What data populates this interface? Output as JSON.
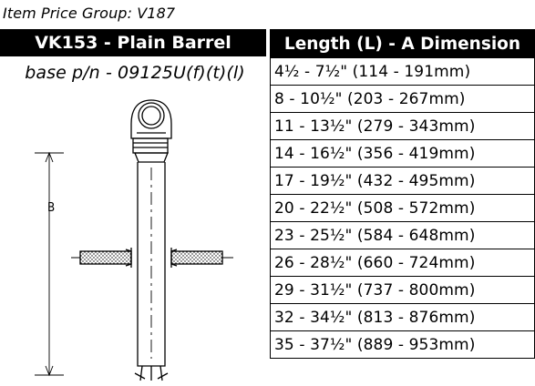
{
  "price_group": "Item Price Group: V187",
  "product": {
    "title": "VK153 - Plain Barrel",
    "base_pn": "base p/n - 09125U(f)(t)(l)"
  },
  "drawing": {
    "dimension_label": "B"
  },
  "table": {
    "header": "Length (L) - A Dimension",
    "rows": [
      "4½ - 7½\" (114 - 191mm)",
      "8 - 10½\" (203 - 267mm)",
      "11 - 13½\" (279 - 343mm)",
      "14 - 16½\" (356 - 419mm)",
      "17 - 19½\" (432 - 495mm)",
      "20 - 22½\" (508 - 572mm)",
      "23 - 25½\" (584 - 648mm)",
      "26 - 28½\" (660 - 724mm)",
      "29 - 31½\" (737 - 800mm)",
      "32 - 34½\" (813 - 876mm)",
      "35 - 37½\" (889 - 953mm)"
    ]
  }
}
